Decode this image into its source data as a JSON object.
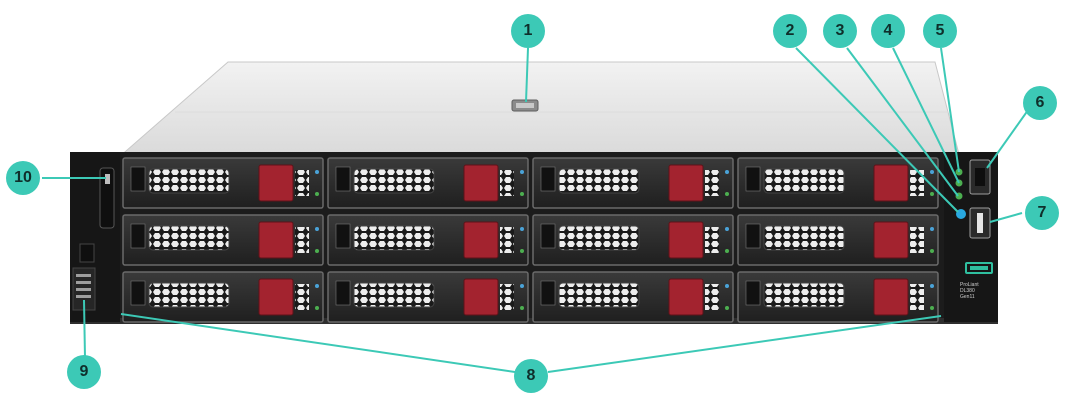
{
  "figure": {
    "colors": {
      "callout": "#3cc9b6",
      "callout_text": "#0f2f2b",
      "leader_line": "#3cc9b6",
      "chassis_top": "#e6e6e6",
      "bezel": "#1c1c1c",
      "drive_tray": "#2b2b2b",
      "drive_latch": "#a3232f",
      "status_led": "#4caf50",
      "uid_led": "#29a8e0",
      "hpe_logo": "#2fbf9f"
    },
    "callouts": [
      {
        "label": "1"
      },
      {
        "label": "2"
      },
      {
        "label": "3"
      },
      {
        "label": "4"
      },
      {
        "label": "5"
      },
      {
        "label": "6"
      },
      {
        "label": "7"
      },
      {
        "label": "8"
      },
      {
        "label": "9"
      },
      {
        "label": "10"
      }
    ],
    "drive_bay_count": 12,
    "model_label": [
      "ProLiant",
      "DL380",
      "Gen11"
    ]
  }
}
